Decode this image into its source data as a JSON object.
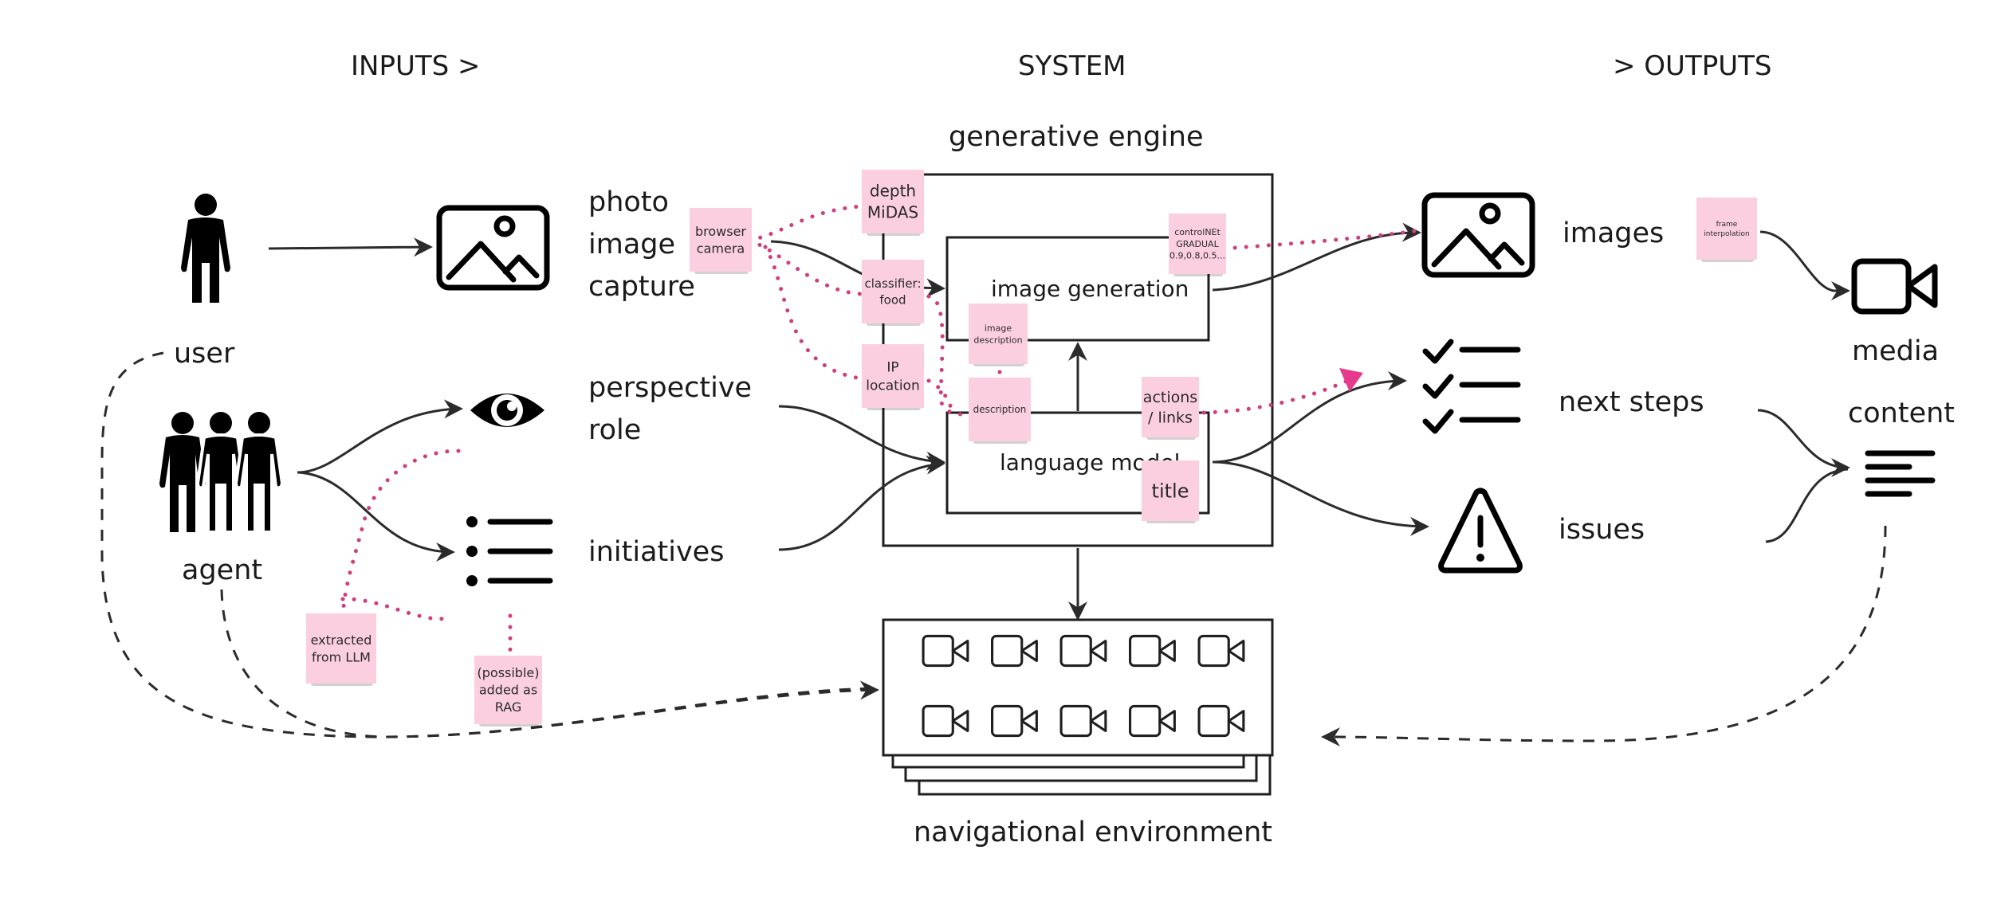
{
  "headers": {
    "inputs": "INPUTS >",
    "system": "SYSTEM",
    "outputs": "> OUTPUTS"
  },
  "actors": {
    "user": "user",
    "agent": "agent"
  },
  "inputs": {
    "photo": [
      "photo",
      "image",
      "capture"
    ],
    "perspective": [
      "perspective",
      "role"
    ],
    "initiatives": "initiatives"
  },
  "system": {
    "engine_title": "generative engine",
    "image_generation": "image generation",
    "language_model": "language model",
    "navigational_environment": "navigational environment",
    "camera_grid": {
      "rows": 2,
      "cols": 5
    }
  },
  "outputs": {
    "images": "images",
    "next_steps": "next steps",
    "issues": "issues",
    "media": "media",
    "content": "content"
  },
  "sticky_notes": {
    "browser_camera": [
      "browser",
      "camera"
    ],
    "depth_midas": [
      "depth",
      "MiDAS"
    ],
    "classifier_food": [
      "classifier:",
      "food"
    ],
    "ip_location": [
      "IP",
      "location"
    ],
    "image_description": [
      "image",
      "description"
    ],
    "description": [
      "description"
    ],
    "controlnet": [
      "controlNEt",
      "GRADUAL",
      "0.9,0.8,0.5..."
    ],
    "actions_links": [
      "actions",
      "/ links"
    ],
    "title": [
      "title"
    ],
    "frame_interpolation": [
      "frame",
      "interpolation"
    ],
    "extracted_from_llm": [
      "extracted",
      "from LLM"
    ],
    "possible_rag": [
      "(possible)",
      "added as",
      "RAG"
    ]
  },
  "colors": {
    "sticky_note": "#fbcfdf",
    "annotation_dots": "#cf3f7f",
    "annotation_arrow": "#e63a8c",
    "line": "#2b2b2b"
  }
}
